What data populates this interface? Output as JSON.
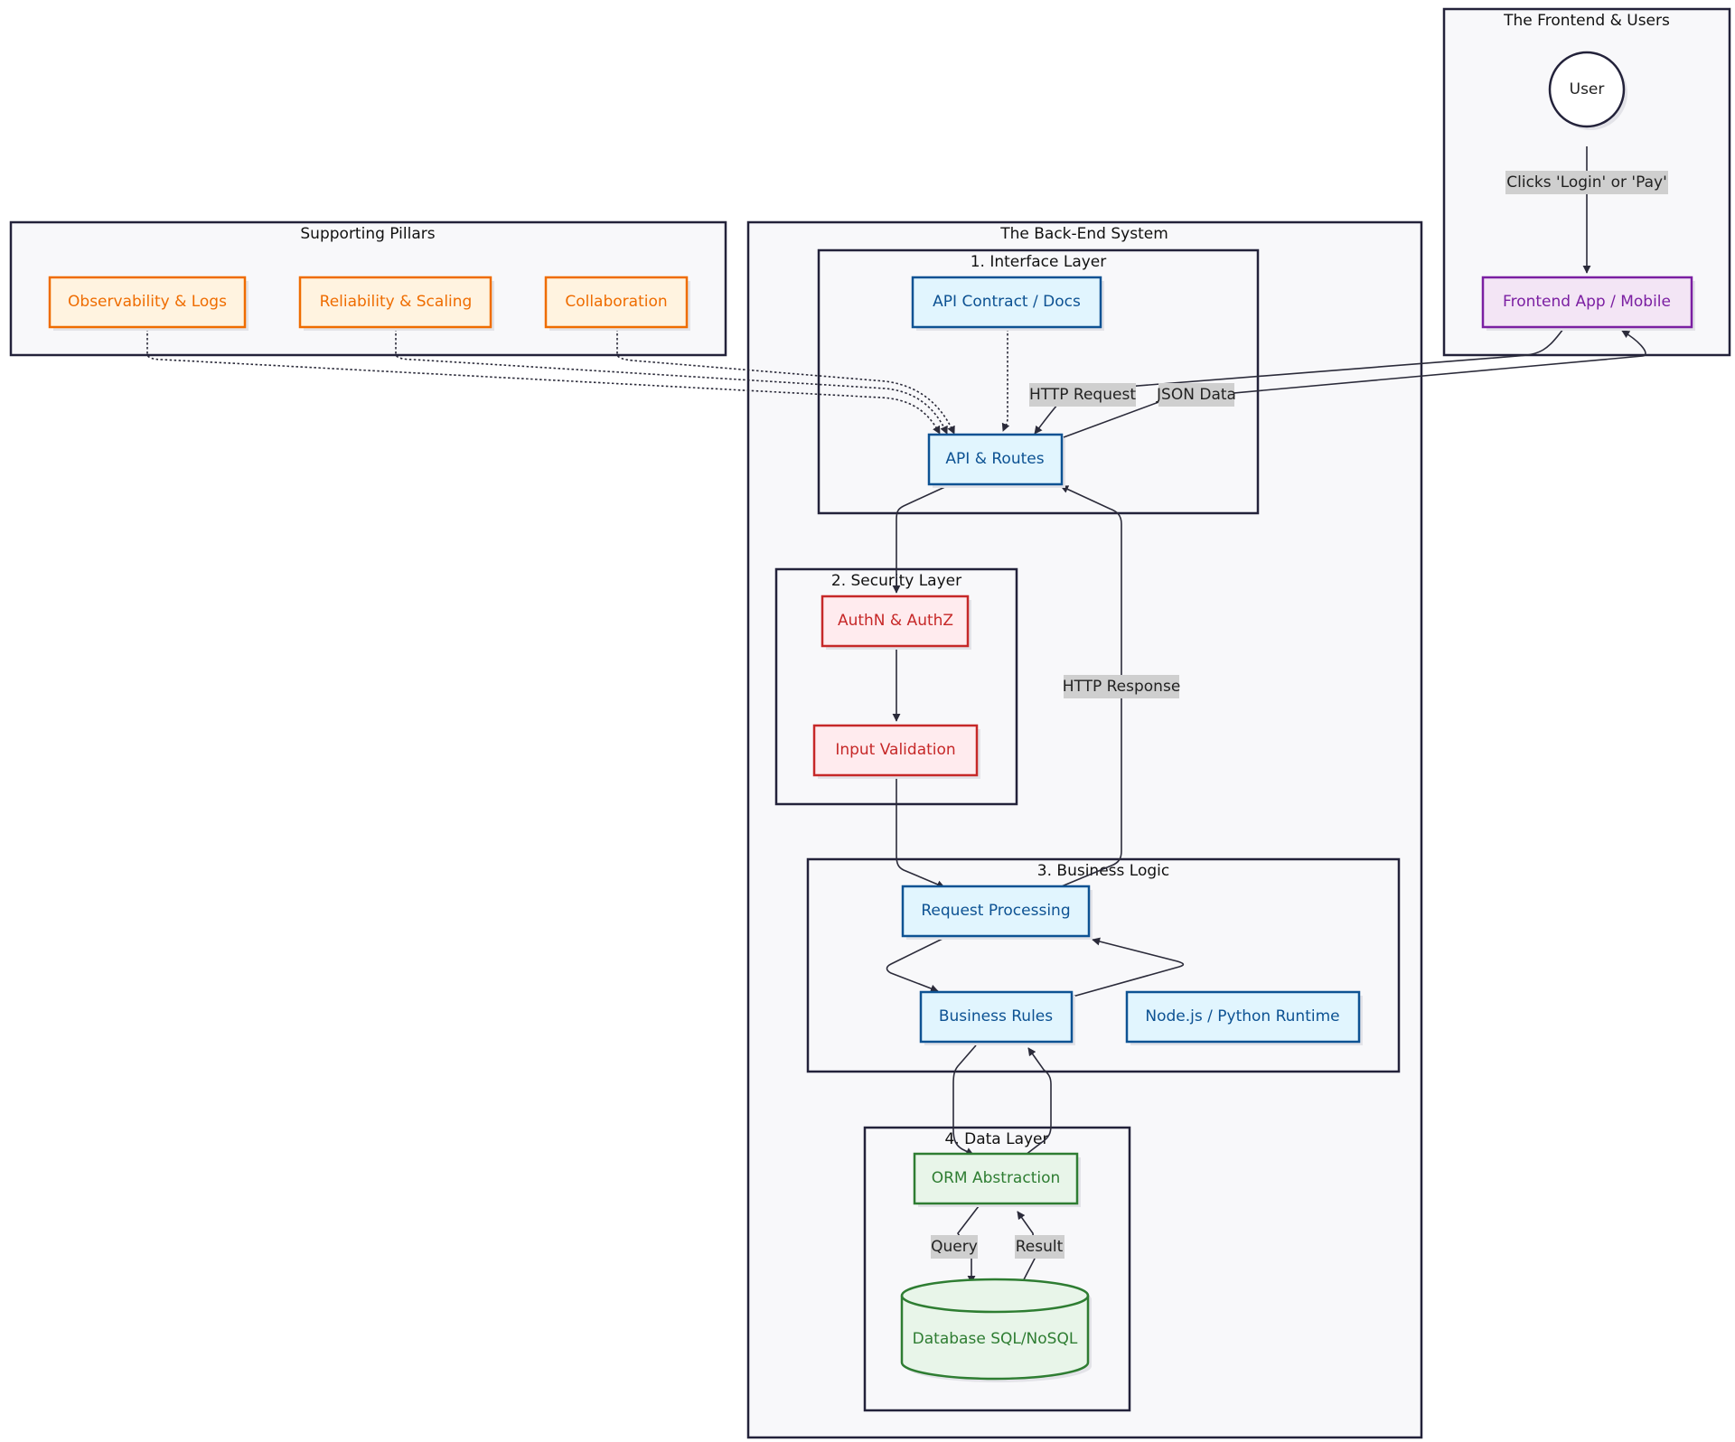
{
  "clusters": {
    "frontend": {
      "title": "The Frontend & Users"
    },
    "backend": {
      "title": "The Back-End System"
    },
    "pillars": {
      "title": "Supporting Pillars"
    },
    "interface": {
      "title": "1. Interface Layer"
    },
    "security": {
      "title": "2. Security Layer"
    },
    "business": {
      "title": "3. Business Logic"
    },
    "data": {
      "title": "4. Data Layer"
    }
  },
  "nodes": {
    "user": "User",
    "frontend_app": "Frontend App / Mobile",
    "api_contract": "API Contract / Docs",
    "api_routes": "API & Routes",
    "authn": "AuthN & AuthZ",
    "input_validation": "Input Validation",
    "request_processing": "Request Processing",
    "business_rules": "Business Rules",
    "runtime": "Node.js / Python Runtime",
    "orm": "ORM Abstraction",
    "database": "Database SQL/NoSQL",
    "observability": "Observability & Logs",
    "reliability": "Reliability & Scaling",
    "collaboration": "Collaboration"
  },
  "edge_labels": {
    "clicks": "Clicks 'Login' or 'Pay'",
    "http_request": "HTTP Request",
    "json_data": "JSON Data",
    "http_response": "HTTP Response",
    "query": "Query",
    "result": "Result"
  },
  "colors": {
    "interface_logic": "#0d5293",
    "security": "#c62828",
    "data": "#2e7d32",
    "pillars": "#ef6c00",
    "frontend": "#7b1fa2"
  }
}
